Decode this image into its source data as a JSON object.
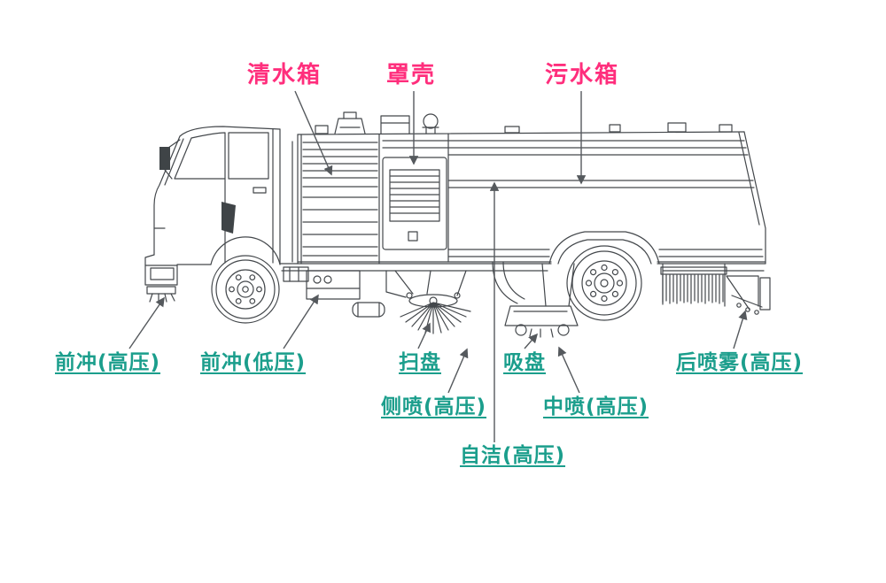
{
  "figure": {
    "description": "Road sweeper truck labeled component diagram",
    "colors": {
      "top_label": "#ff2e7c",
      "bottom_label": "#1b9e8c",
      "line_art": "#43474b",
      "leader_line": "#55595d"
    },
    "top_labels": {
      "clean_water_tank": "清水箱",
      "cover_shell": "罩壳",
      "sewage_tank": "污水箱"
    },
    "bottom_labels": {
      "front_flush_high": "前冲(高压)",
      "front_flush_low": "前冲(低压)",
      "sweep_disc": "扫盘",
      "suction_disc": "吸盘",
      "rear_spray_high": "后喷雾(高压)",
      "side_spray_high": "侧喷(高压)",
      "middle_spray_high": "中喷(高压)",
      "self_clean_high": "自洁(高压)"
    }
  }
}
